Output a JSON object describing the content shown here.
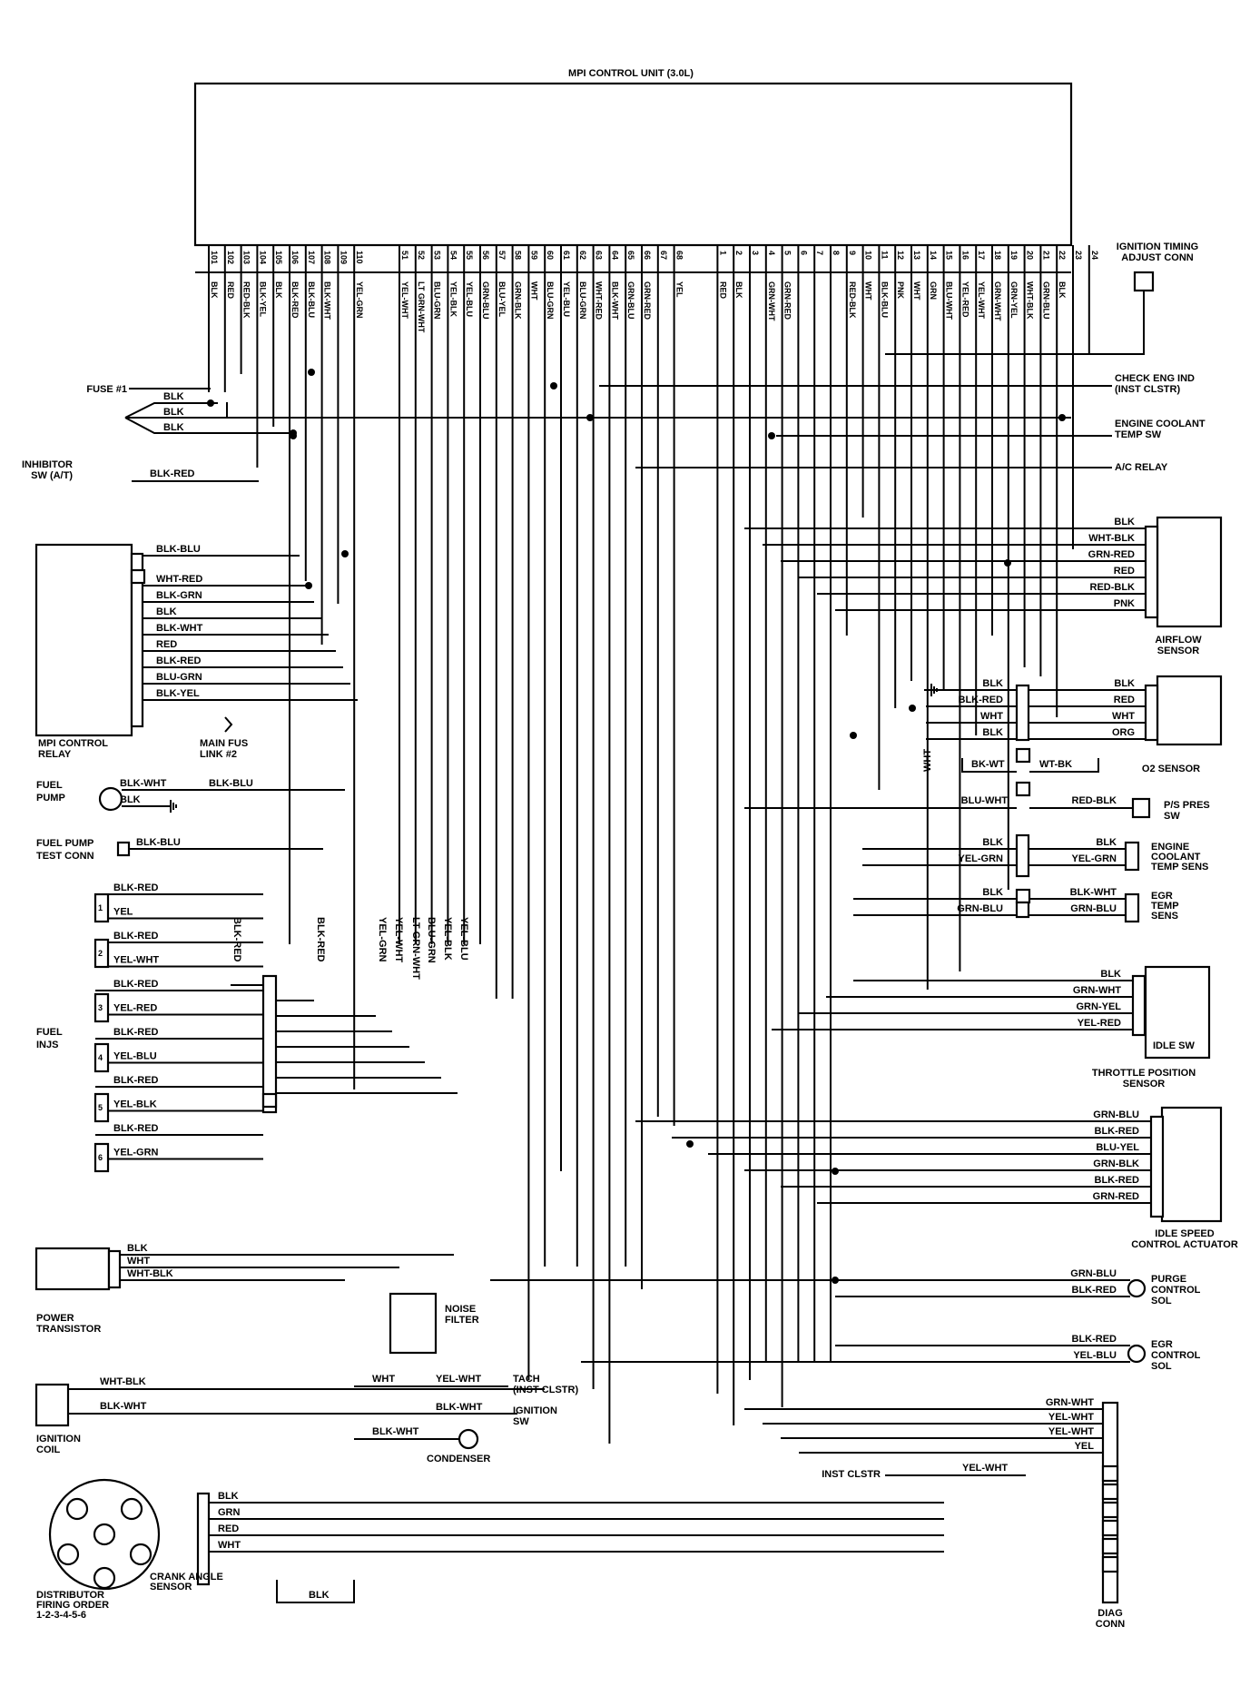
{
  "ecu": {
    "title": "MPI CONTROL UNIT (3.0L)",
    "pins": [
      "101",
      "102",
      "103",
      "104",
      "105",
      "106",
      "107",
      "108",
      "109",
      "110",
      "51",
      "52",
      "53",
      "54",
      "55",
      "56",
      "57",
      "58",
      "59",
      "60",
      "61",
      "62",
      "63",
      "64",
      "65",
      "66",
      "67",
      "68",
      "1",
      "2",
      "3",
      "4",
      "5",
      "6",
      "7",
      "8",
      "9",
      "10",
      "11",
      "12",
      "13",
      "14",
      "15",
      "16",
      "17",
      "18",
      "19",
      "20",
      "21",
      "22",
      "23",
      "24"
    ],
    "wire_colors": [
      "BLK",
      "RED",
      "RED-BLK",
      "BLK-YEL",
      "BLK",
      "BLK-RED",
      "BLK-BLU",
      "BLK-WHT",
      "",
      "YEL-GRN",
      "YEL-WHT",
      "LT GRN-WHT",
      "BLU-GRN",
      "YEL-BLK",
      "YEL-BLU",
      "GRN-BLU",
      "BLU-YEL",
      "GRN-BLK",
      "WHT",
      "BLU-GRN",
      "YEL-BLU",
      "BLU-GRN",
      "WHT-RED",
      "BLK-WHT",
      "GRN-BLU",
      "GRN-RED",
      "",
      "YEL",
      "RED",
      "BLK",
      "",
      "GRN-WHT",
      "GRN-RED",
      "",
      "",
      "",
      "RED-BLK",
      "WHT",
      "BLK-BLU",
      "PNK",
      "WHT",
      "GRN",
      "BLU-WHT",
      "YEL-RED",
      "YEL-WHT",
      "GRN-WHT",
      "GRN-YEL",
      "WHT-BLK",
      "GRN-BLU",
      "BLK"
    ]
  },
  "left": {
    "fuse": "FUSE #1",
    "fuse_wires": [
      "BLK",
      "BLK",
      "BLK"
    ],
    "inhibitor": [
      "INHIBITOR",
      "SW (A/T)"
    ],
    "inhibitor_wire": "BLK-RED",
    "relay_wires": [
      "BLK-BLU",
      "WHT-RED",
      "BLK-GRN",
      "BLK",
      "BLK-WHT",
      "RED",
      "BLK-RED",
      "BLU-GRN",
      "BLK-YEL"
    ],
    "relay_label": [
      "MPI CONTROL",
      "RELAY"
    ],
    "main_fuse": [
      "MAIN FUS",
      "LINK #2"
    ],
    "fuel_pump": [
      "FUEL",
      "PUMP"
    ],
    "fuel_pump_wires": [
      "BLK-WHT",
      "BLK",
      "BLK-BLU"
    ],
    "fuel_pump_test": [
      "FUEL PUMP",
      "TEST CONN"
    ],
    "fuel_pump_test_wire": "BLK-BLU",
    "injectors_label": [
      "FUEL",
      "INJS"
    ],
    "injector_nums": [
      "1",
      "2",
      "3",
      "4",
      "5",
      "6"
    ],
    "injector_wires": [
      "BLK-RED",
      "YEL",
      "BLK-RED",
      "YEL-WHT",
      "BLK-RED",
      "YEL-RED",
      "BLK-RED",
      "YEL-BLU",
      "BLK-RED",
      "YEL-BLK",
      "BLK-RED",
      "YEL-GRN"
    ],
    "vertical_labels": [
      "BLK-RED",
      "BLK-RED",
      "YEL-GRN",
      "YEL-WHT",
      "LT GRN-WHT",
      "BLU-GRN",
      "YEL-BLK",
      "YEL-BLU"
    ],
    "power_transistor": [
      "POWER",
      "TRANSISTOR"
    ],
    "power_transistor_wires": [
      "BLK",
      "WHT",
      "WHT-BLK"
    ],
    "ignition_coil": [
      "IGNITION",
      "COIL"
    ],
    "coil_wires": [
      "WHT-BLK",
      "BLK-WHT"
    ],
    "distributor": [
      "DISTRIBUTOR",
      "FIRING ORDER",
      "1-2-3-4-5-6"
    ],
    "crank_angle": [
      "CRANK ANGLE",
      "SENSOR"
    ],
    "crank_wires": [
      "BLK",
      "GRN",
      "RED",
      "WHT"
    ],
    "shield_wire": "BLK"
  },
  "center": {
    "noise_filter": [
      "NOISE",
      "FILTER"
    ],
    "noise_wires": [
      "WHT",
      "YEL-WHT"
    ],
    "tach": [
      "TACH",
      "(INST CLSTR)"
    ],
    "ignition_sw": [
      "IGNITION",
      "SW"
    ],
    "ignition_sw_wire": "BLK-WHT",
    "condenser": "CONDENSER",
    "condenser_wire": "BLK-WHT"
  },
  "right": {
    "ign_timing": [
      "IGNITION TIMING",
      "ADJUST CONN"
    ],
    "check_eng": [
      "CHECK ENG IND",
      "(INST CLSTR)"
    ],
    "coolant_sw": [
      "ENGINE COOLANT",
      "TEMP SW"
    ],
    "ac_relay": "A/C RELAY",
    "airflow_wires": [
      "BLK",
      "WHT-BLK",
      "GRN-RED",
      "RED",
      "RED-BLK",
      "PNK"
    ],
    "airflow": [
      "AIRFLOW",
      "SENSOR"
    ],
    "o2_left": [
      "BLK",
      "BLK-RED",
      "WHT",
      "BLK"
    ],
    "o2_right": [
      "BLK",
      "RED",
      "WHT",
      "ORG"
    ],
    "o2_label": "O2 SENSOR",
    "o2_vert": "WHT",
    "bk_wt": "BK-WT",
    "wt_bk": "WT-BK",
    "ps_left": "BLU-WHT",
    "ps_right": "RED-BLK",
    "ps_label": [
      "P/S PRES",
      "SW"
    ],
    "coolant_sens_left": [
      "BLK",
      "YEL-GRN"
    ],
    "coolant_sens_right": [
      "BLK",
      "YEL-GRN"
    ],
    "coolant_sens": [
      "ENGINE",
      "COOLANT",
      "TEMP SENS"
    ],
    "egr_temp_left": [
      "BLK",
      "GRN-BLU"
    ],
    "egr_temp_right": [
      "BLK-WHT",
      "GRN-BLU"
    ],
    "egr_temp": [
      "EGR",
      "TEMP",
      "SENS"
    ],
    "tps_wires": [
      "BLK",
      "GRN-WHT",
      "GRN-YEL",
      "YEL-RED"
    ],
    "idle_sw": "IDLE SW",
    "tps": [
      "THROTTLE POSITION",
      "SENSOR"
    ],
    "isc_wires": [
      "GRN-BLU",
      "BLK-RED",
      "BLU-YEL",
      "GRN-BLK",
      "BLK-RED",
      "GRN-RED"
    ],
    "isc": [
      "IDLE SPEED",
      "CONTROL ACTUATOR"
    ],
    "purge_wires": [
      "GRN-BLU",
      "BLK-RED"
    ],
    "purge": [
      "PURGE",
      "CONTROL",
      "SOL"
    ],
    "egr_sol_wires": [
      "BLK-RED",
      "YEL-BLU"
    ],
    "egr_sol": [
      "EGR",
      "CONTROL",
      "SOL"
    ],
    "diag_wires": [
      "GRN-WHT",
      "YEL-WHT",
      "YEL-WHT",
      "YEL"
    ],
    "inst_clstr": "INST CLSTR",
    "inst_wire": "YEL-WHT",
    "diag": [
      "DIAG",
      "CONN"
    ]
  }
}
